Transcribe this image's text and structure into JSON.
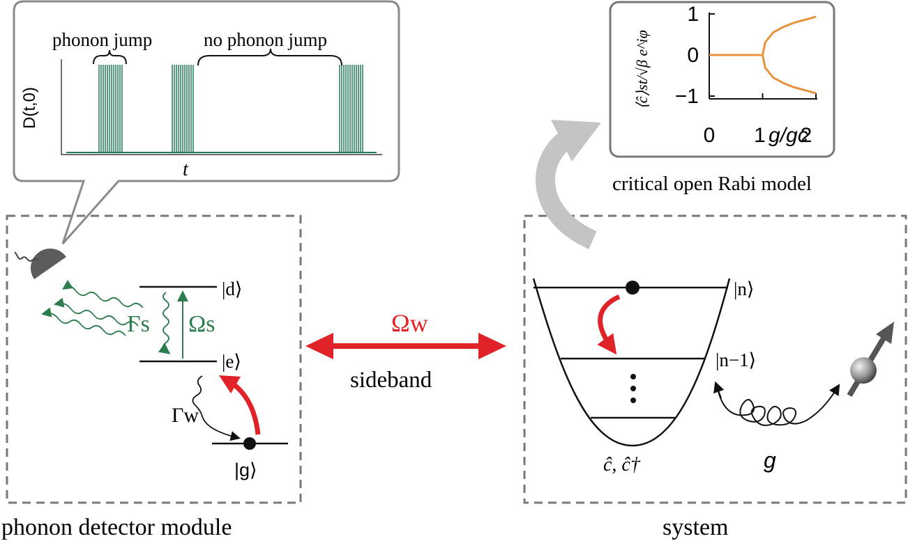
{
  "inset": {
    "ylabel": "D(t,0)",
    "xlabel": "t",
    "annotation_jump": "phonon jump",
    "annotation_nojump": "no phonon jump",
    "trace_color": "#1f7a55"
  },
  "detector": {
    "module_label": "phonon detector module",
    "level_d": "|d⟩",
    "level_e": "|e⟩",
    "level_g": "|g⟩",
    "gamma_s_label": "Γs",
    "omega_s_label": "Ωs",
    "gamma_w_label": "Γw",
    "green_color": "#2e7d4f",
    "red_color": "#e02329"
  },
  "coupling": {
    "omega_w_label": "Ωw",
    "sideband_label": "sideband"
  },
  "system": {
    "label": "system",
    "level_n": "|n⟩",
    "level_n_minus_1": "|n−1⟩",
    "operators_label": "ĉ, ĉ†",
    "coupling_label": "g"
  },
  "rabi_plot": {
    "caption": "critical open Rabi model",
    "ylabel": "⟨ĉ⟩st/√β e^iφ",
    "xlabel": "g/gc",
    "x_ticks": [
      "0",
      "1",
      "2"
    ],
    "y_ticks": [
      "1",
      "0",
      "−1"
    ],
    "curve_color": "#e8923a"
  },
  "chart_data": {
    "type": "line",
    "xlabel": "g/gc",
    "ylabel": "⟨ĉ⟩st/√β e^iφ",
    "xlim": [
      0,
      2
    ],
    "ylim": [
      -1,
      1
    ],
    "series": [
      {
        "x": [
          0,
          0.5,
          1.0
        ],
        "y": [
          0,
          0,
          0
        ]
      },
      {
        "x": [
          1.0,
          1.05,
          1.2,
          1.4,
          1.6,
          1.8,
          2.0
        ],
        "y": [
          0,
          0.31,
          0.55,
          0.69,
          0.79,
          0.86,
          0.93
        ]
      },
      {
        "x": [
          1.0,
          1.05,
          1.2,
          1.4,
          1.6,
          1.8,
          2.0
        ],
        "y": [
          0,
          -0.31,
          -0.55,
          -0.69,
          -0.79,
          -0.86,
          -0.93
        ]
      }
    ]
  }
}
